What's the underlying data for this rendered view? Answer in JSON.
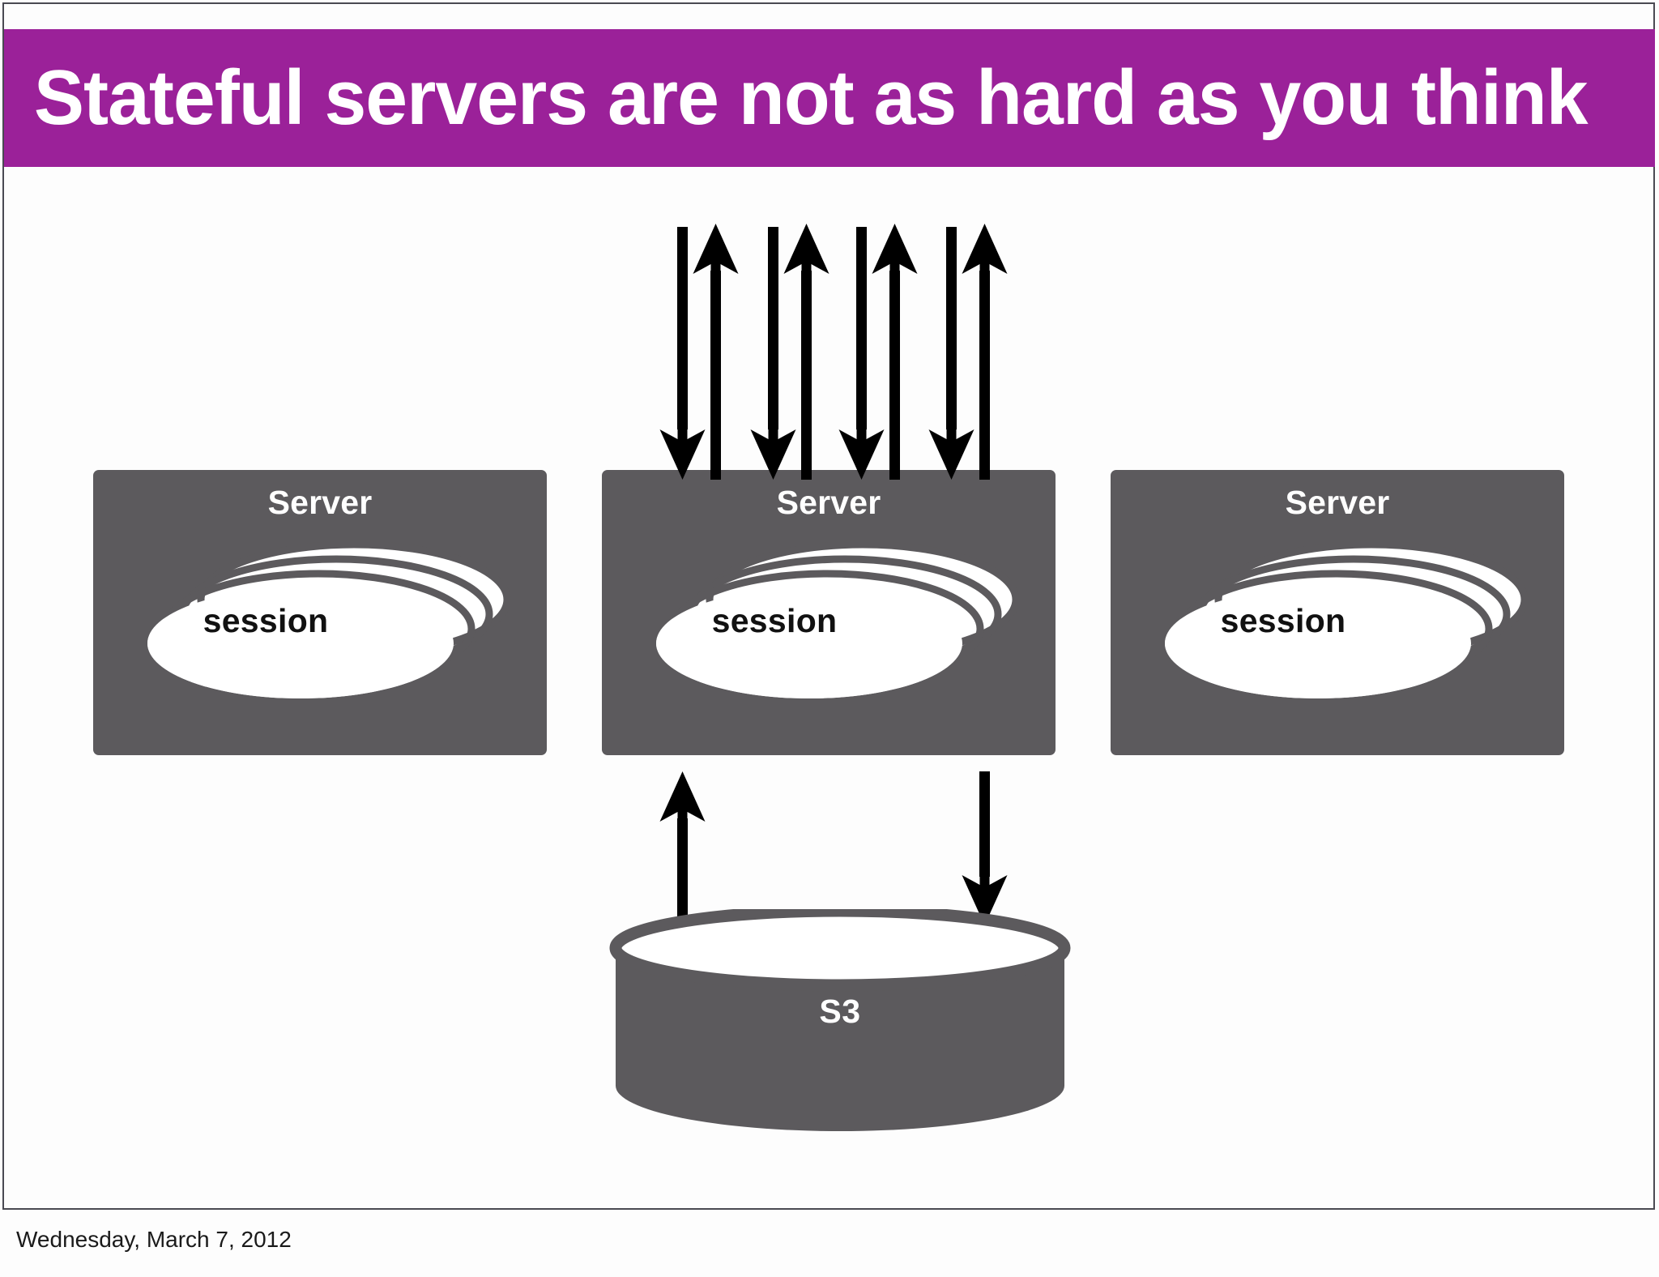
{
  "slide": {
    "title": "Stateful servers are not as hard as you think",
    "footer_date": "Wednesday, March 7, 2012",
    "colors": {
      "title_band": "#9b2199",
      "title_text": "#ffffff",
      "box_fill": "#5c5a5d",
      "session_fill": "#ffffff",
      "session_text": "#111111",
      "arrow": "#000000",
      "background": "#fdfdfd",
      "frame": "#4a4a52"
    }
  },
  "diagram": {
    "servers": [
      {
        "id": "server-left",
        "label": "Server",
        "session_label": "session",
        "session_count": 4
      },
      {
        "id": "server-center",
        "label": "Server",
        "session_label": "session",
        "session_count": 4
      },
      {
        "id": "server-right",
        "label": "Server",
        "session_label": "session",
        "session_count": 4
      }
    ],
    "storage": {
      "id": "s3-store",
      "label": "S3",
      "shape": "cylinder"
    },
    "client_connections": {
      "count": 4,
      "direction": "bidirectional",
      "target": "server-center",
      "description": "four bidirectional client request/response arrows into the center server"
    },
    "storage_connections": [
      {
        "from": "s3-store",
        "to": "server-center",
        "direction": "up",
        "description": "load session from S3"
      },
      {
        "from": "server-center",
        "to": "s3-store",
        "direction": "down",
        "description": "save session to S3"
      }
    ]
  }
}
